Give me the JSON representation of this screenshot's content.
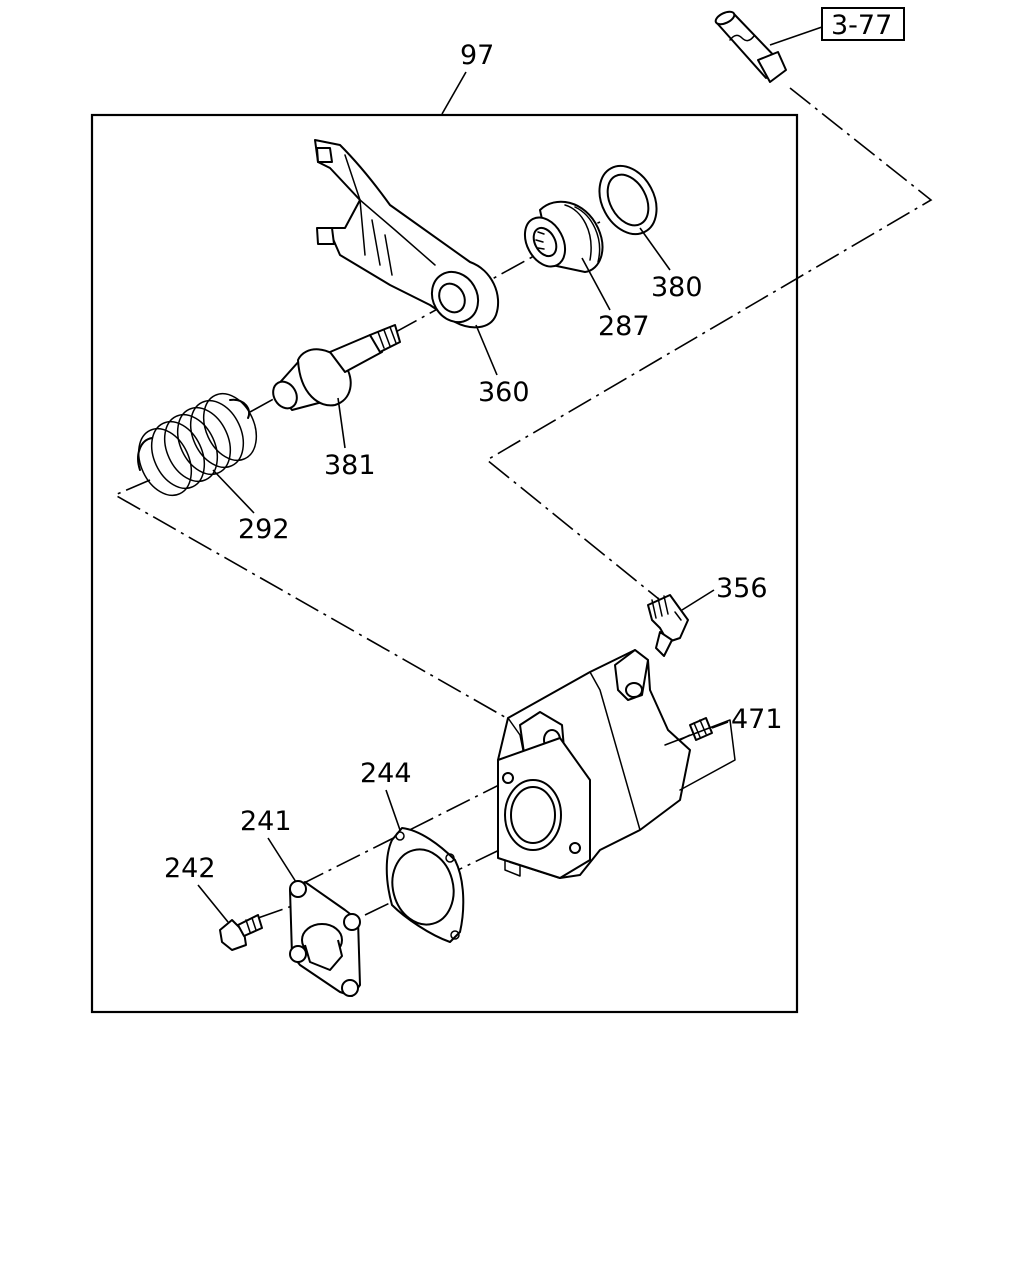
{
  "assembly_label": "97",
  "reference_box": "3-77",
  "callouts": {
    "p380": "380",
    "p287": "287",
    "p360": "360",
    "p381": "381",
    "p292": "292",
    "p356": "356",
    "p471": "471",
    "p244": "244",
    "p241": "241",
    "p242": "242"
  }
}
